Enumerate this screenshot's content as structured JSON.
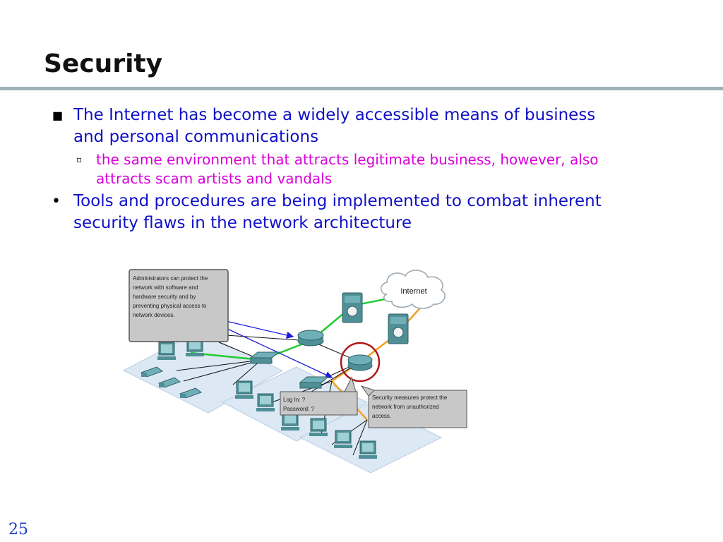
{
  "slide": {
    "title": "Security",
    "page_number": "25",
    "bullets": [
      {
        "text_line1": "The Internet has become a widely accessible means of business",
        "text_line2": "and personal communications",
        "sub": {
          "line1": "the same environment that attracts legitimate business, however, also",
          "line2": "attracts scam artists and vandals"
        }
      },
      {
        "text_line1": "Tools and procedures are being implemented to combat inherent",
        "text_line2": "security flaws in the network architecture"
      }
    ]
  },
  "diagram": {
    "cloud_label": "Internet",
    "admin_callout": [
      "Administrators can protect the",
      "network with software and",
      "hardware security and by",
      "preventing physical access to",
      "network devices."
    ],
    "login_callout": [
      "Log In: ?",
      "Password: ?"
    ],
    "security_callout": [
      "Security measures protect the",
      "network from unauthorized",
      "access."
    ],
    "colors": {
      "green_link": "#22cc33",
      "orange_link": "#f0a020",
      "blue_arrow": "#1a1ad8",
      "highlight_ring": "#b01818",
      "device": "#4f8f96"
    }
  }
}
